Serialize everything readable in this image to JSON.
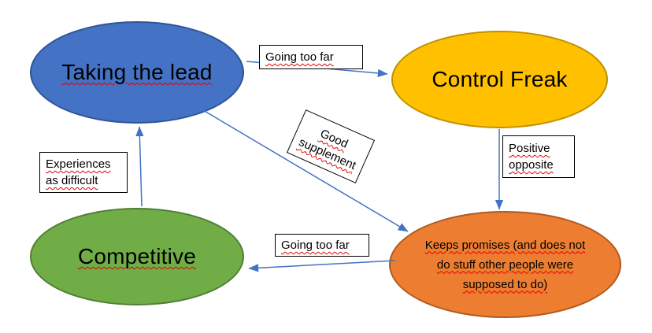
{
  "colors": {
    "arrow": "#4472C4",
    "label_border": "#000000",
    "label_bg": "#ffffff"
  },
  "nodes": {
    "taking_the_lead": {
      "label": "Taking the lead",
      "fill": "#4472C4",
      "border": "#2F5597"
    },
    "control_freak": {
      "label": "Control Freak",
      "fill": "#FFC000",
      "border": "#BF9000"
    },
    "competitive": {
      "label": "Competitive",
      "fill": "#70AD47",
      "border": "#507E32"
    },
    "keeps_promises": {
      "lines": [
        "Keeps promises (and does not",
        "do stuff other people were",
        "supposed to do)"
      ],
      "fill": "#ED7D31",
      "border": "#AE5A21"
    }
  },
  "edges": {
    "lead_to_control": {
      "label": "Going too far"
    },
    "lead_to_promises": {
      "lines": [
        "Good",
        "supplement"
      ]
    },
    "control_to_promises": {
      "lines": [
        "Positive",
        "opposite"
      ]
    },
    "promises_to_competitive": {
      "label": "Going too far"
    },
    "competitive_to_lead": {
      "lines": [
        "Experiences",
        "as difficult"
      ]
    }
  }
}
